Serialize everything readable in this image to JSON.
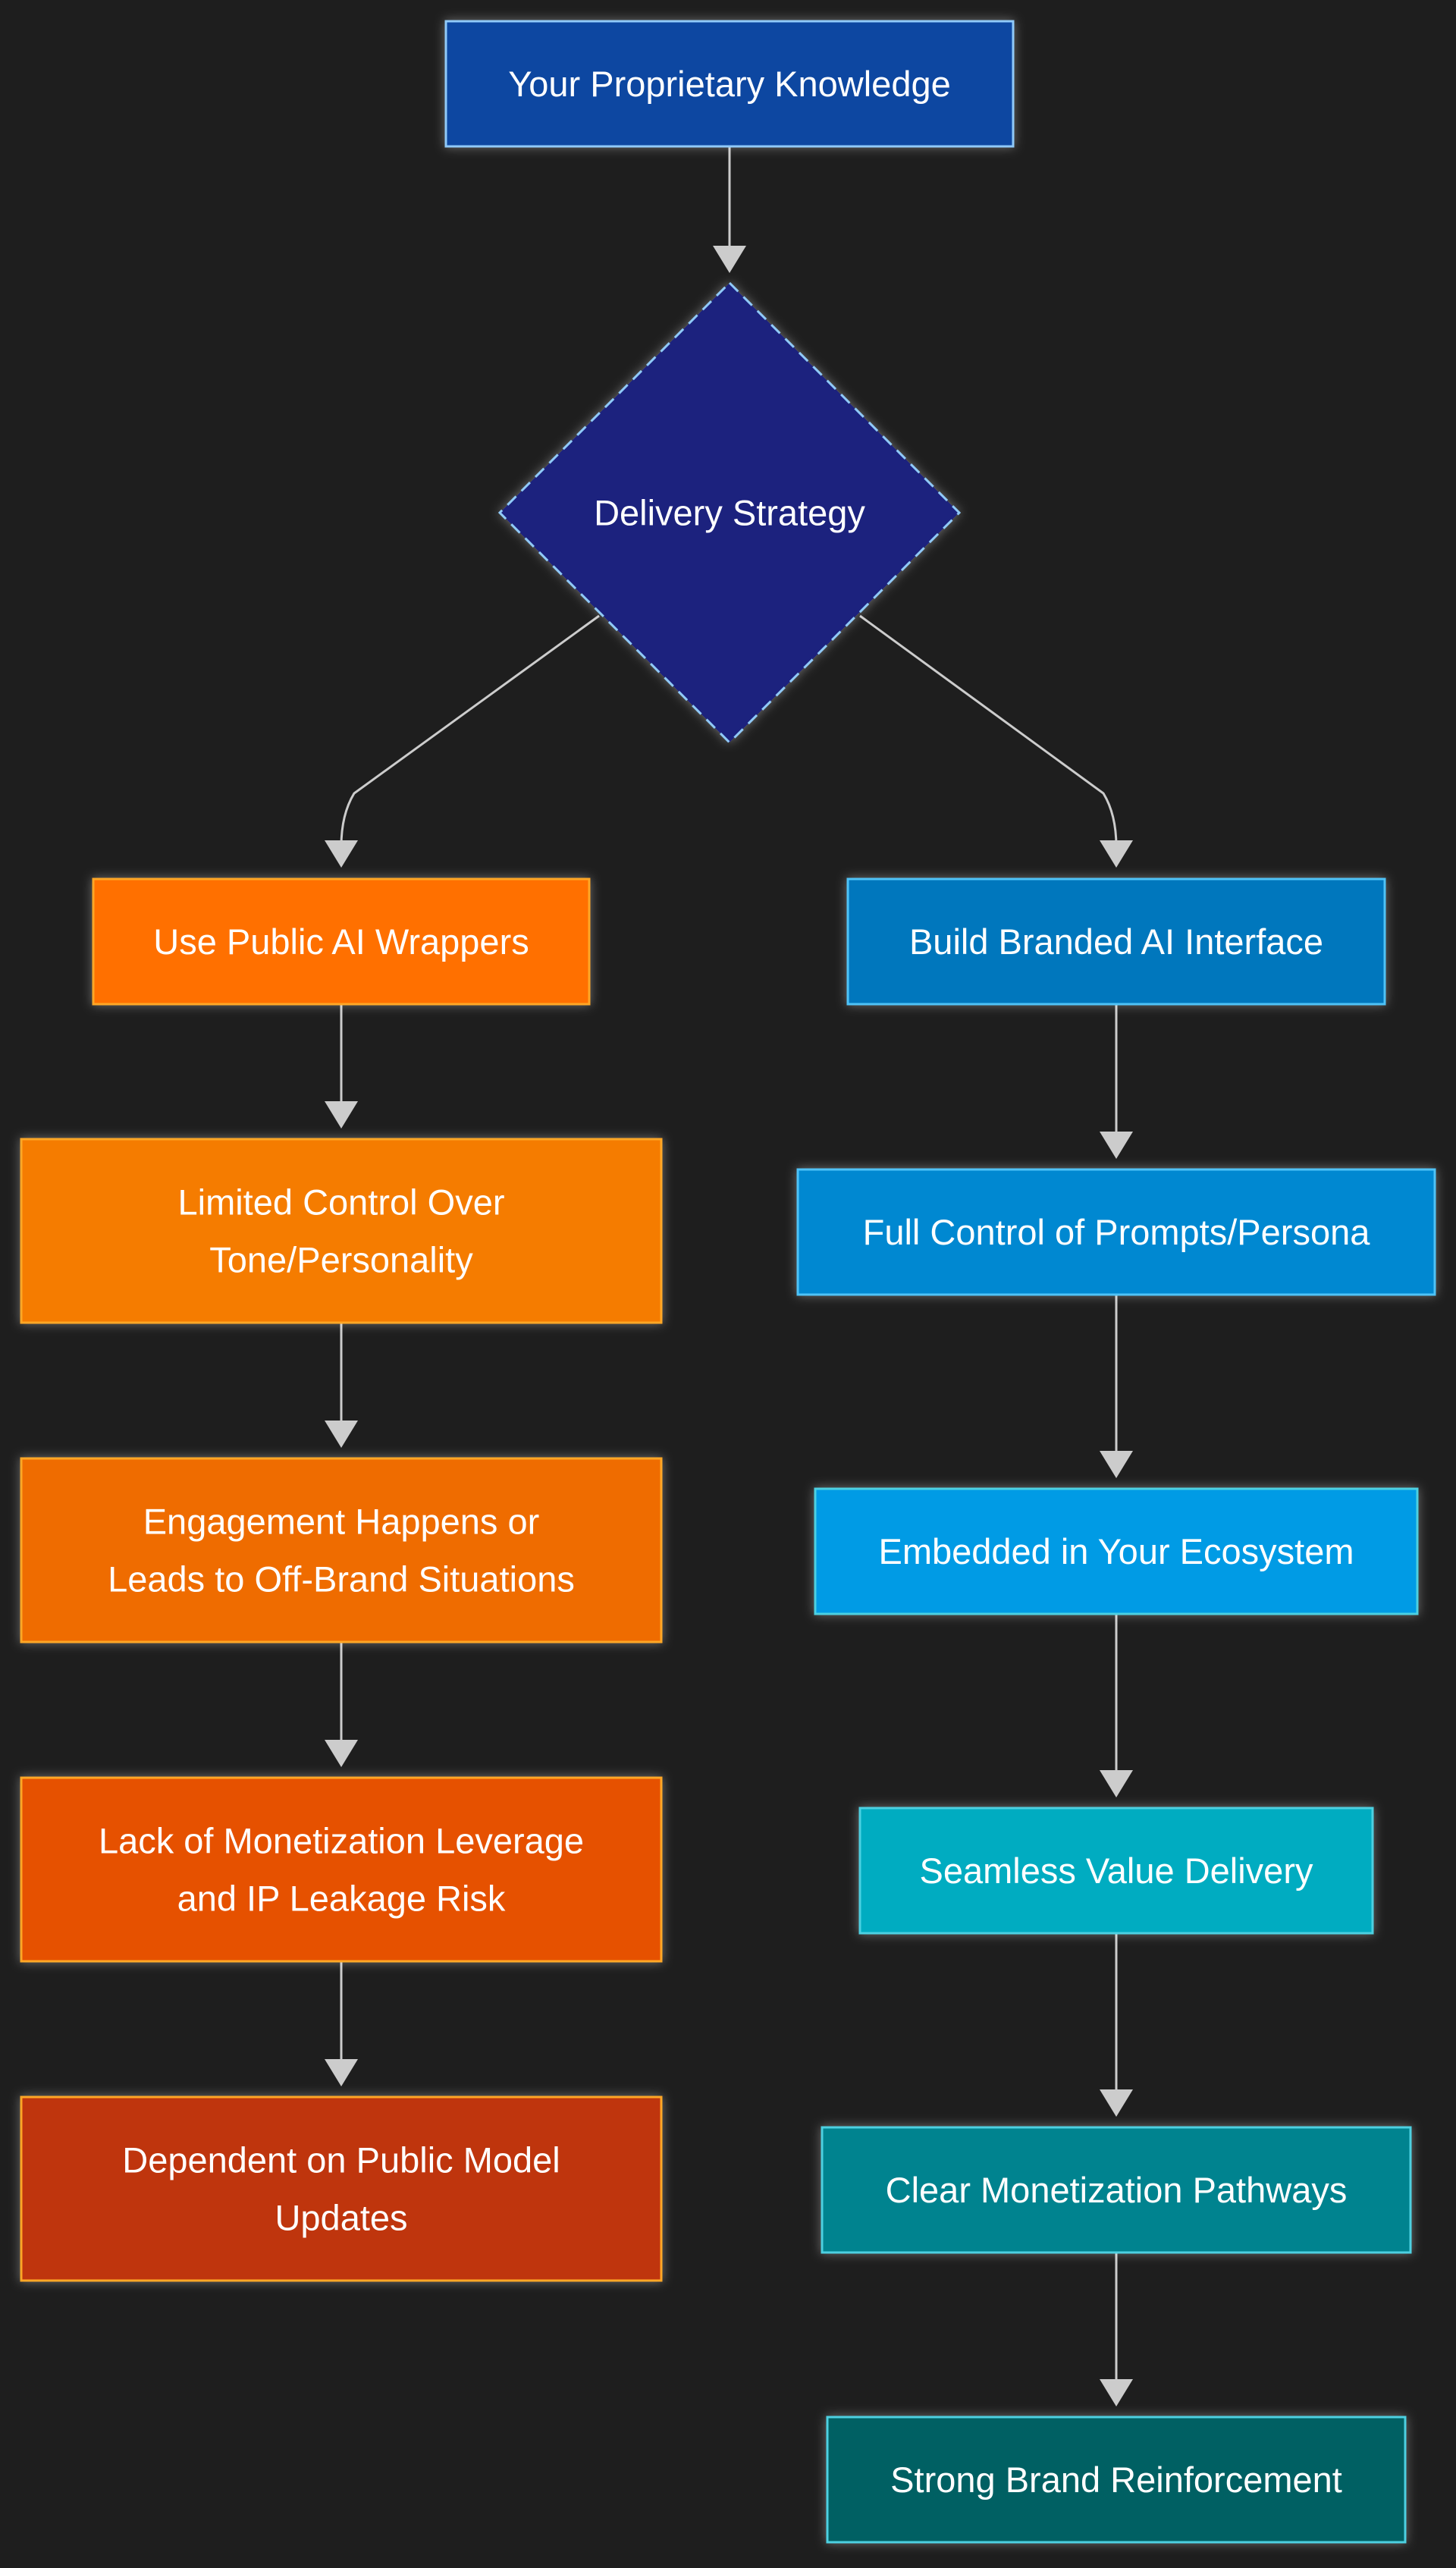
{
  "diagram": {
    "root": {
      "label": "Your Proprietary Knowledge",
      "fill": "#0d47a1",
      "stroke": "#90caf9"
    },
    "decision": {
      "label": "Delivery Strategy",
      "fill": "#1a237e",
      "stroke": "#90caf9"
    },
    "left_branch": [
      {
        "lines": [
          "Use Public AI Wrappers"
        ],
        "fill": "#ff6f00",
        "stroke": "#ffa726"
      },
      {
        "lines": [
          "Limited Control Over",
          "Tone/Personality"
        ],
        "fill": "#f57c00",
        "stroke": "#ffa726"
      },
      {
        "lines": [
          "Engagement Happens or",
          "Leads to Off-Brand Situations"
        ],
        "fill": "#ef6c00",
        "stroke": "#ffa726"
      },
      {
        "lines": [
          "Lack of Monetization Leverage",
          "and IP Leakage Risk"
        ],
        "fill": "#e65100",
        "stroke": "#ffa726"
      },
      {
        "lines": [
          "Dependent on Public Model",
          "Updates"
        ],
        "fill": "#bf360c",
        "stroke": "#ffa726"
      }
    ],
    "right_branch": [
      {
        "lines": [
          "Build Branded AI Interface"
        ],
        "fill": "#0277bd",
        "stroke": "#4fc3f7"
      },
      {
        "lines": [
          "Full Control of Prompts/Persona"
        ],
        "fill": "#0288d1",
        "stroke": "#4fc3f7"
      },
      {
        "lines": [
          "Embedded in Your Ecosystem"
        ],
        "fill": "#039be5",
        "stroke": "#4dd0e1"
      },
      {
        "lines": [
          "Seamless Value Delivery"
        ],
        "fill": "#00acc1",
        "stroke": "#4dd0e1"
      },
      {
        "lines": [
          "Clear Monetization Pathways"
        ],
        "fill": "#00838f",
        "stroke": "#4dd0e1"
      },
      {
        "lines": [
          "Strong Brand Reinforcement"
        ],
        "fill": "#006064",
        "stroke": "#4dd0e1"
      }
    ],
    "edge_color": "#cccccc",
    "background": "#1e1e1e"
  }
}
